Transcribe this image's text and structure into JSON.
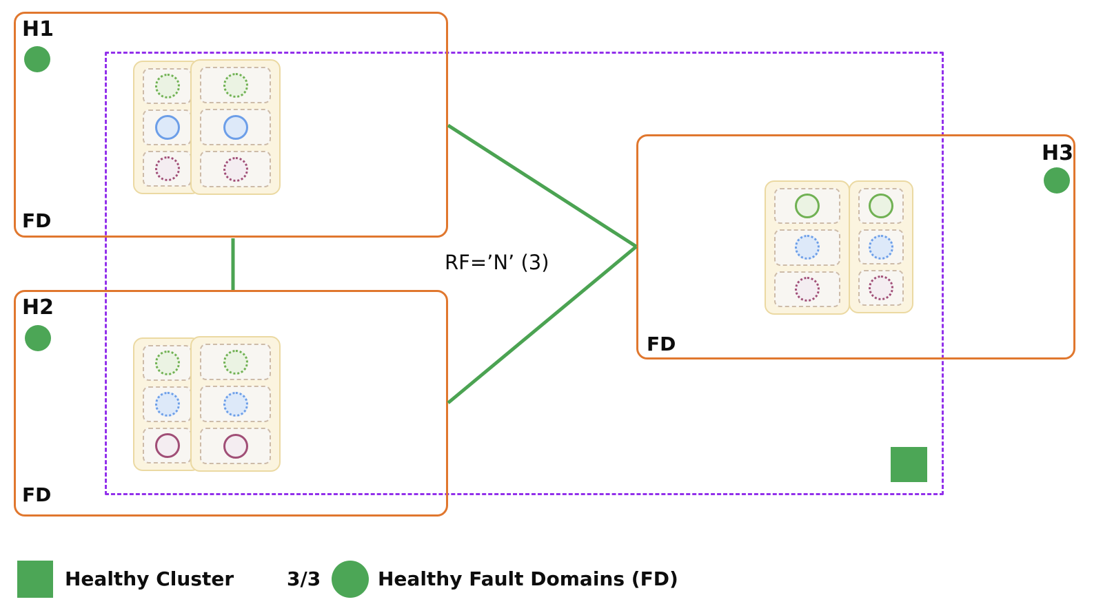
{
  "diagram": {
    "rf_label": "RF=’N’ (3)",
    "cluster_boundary": "replication cluster (dashed)",
    "hosts": [
      {
        "label": "H1",
        "fd_label": "FD",
        "status": "healthy",
        "disks": [
          {
            "color": "green",
            "style": "dotted"
          },
          {
            "color": "blue",
            "style": "solid"
          },
          {
            "color": "maroon",
            "style": "dotted"
          }
        ]
      },
      {
        "label": "H2",
        "fd_label": "FD",
        "status": "healthy",
        "disks": [
          {
            "color": "green",
            "style": "dotted"
          },
          {
            "color": "blue",
            "style": "dotted"
          },
          {
            "color": "maroon",
            "style": "solid"
          }
        ]
      },
      {
        "label": "H3",
        "fd_label": "FD",
        "status": "healthy",
        "disks": [
          {
            "color": "green",
            "style": "solid"
          },
          {
            "color": "blue",
            "style": "dotted"
          },
          {
            "color": "maroon",
            "style": "dotted"
          }
        ]
      }
    ]
  },
  "legend": {
    "cluster_label": "Healthy Cluster",
    "fd_ratio": "3/3",
    "fd_label": "Healthy Fault Domains (FD)"
  },
  "colors": {
    "healthy_green": "#4CA656",
    "link_green": "#4BA352",
    "host_border_orange": "#E0772E",
    "cluster_purple": "#9230EB",
    "disk_group_yellow": "#EBD9A2",
    "slot_dash_brown": "#CDBBA8",
    "disk_green": "#70B153",
    "disk_blue": "#6C9EE8",
    "disk_maroon": "#A04E76"
  }
}
